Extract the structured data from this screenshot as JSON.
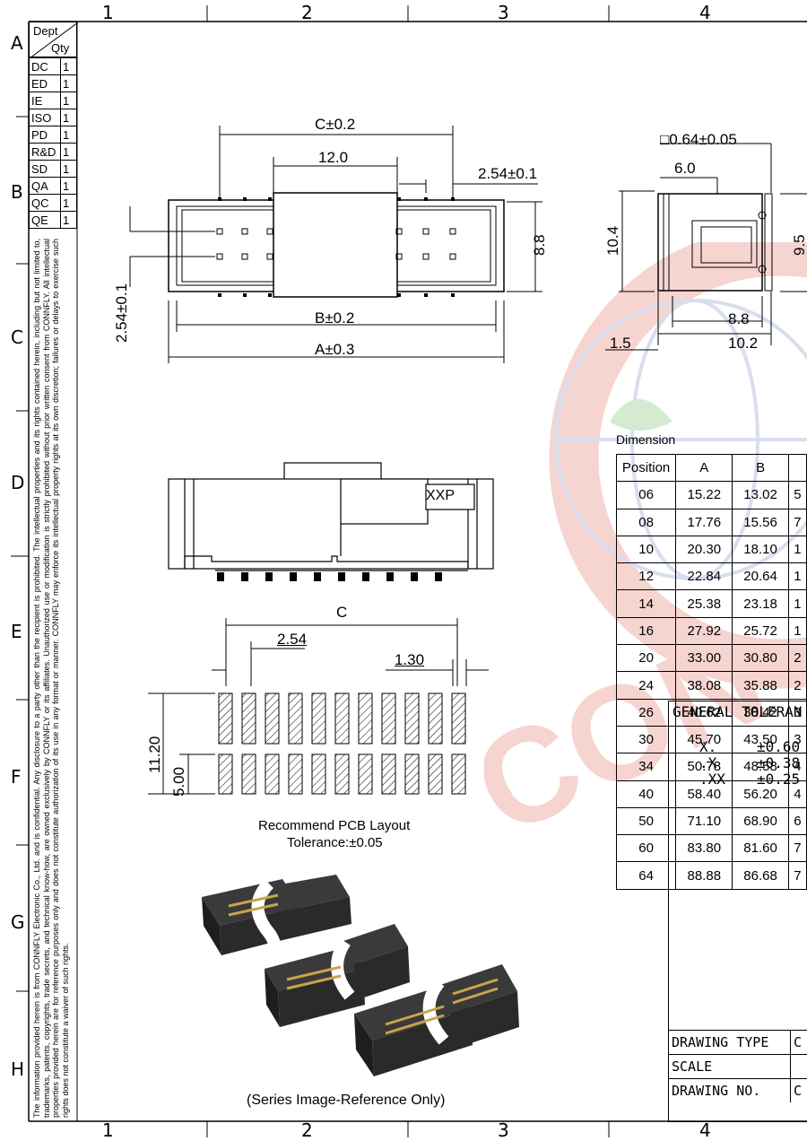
{
  "frame": {
    "col_labels": [
      "1",
      "2",
      "3",
      "4"
    ],
    "row_labels": [
      "A",
      "B",
      "C",
      "D",
      "E",
      "F",
      "G",
      "H"
    ]
  },
  "dept_table": {
    "header_top": "Dept",
    "header_bottom": "Qty",
    "rows": [
      {
        "dept": "DC",
        "qty": "1"
      },
      {
        "dept": "ED",
        "qty": "1"
      },
      {
        "dept": "IE",
        "qty": "1"
      },
      {
        "dept": "ISO",
        "qty": "1"
      },
      {
        "dept": "PD",
        "qty": "1"
      },
      {
        "dept": "R&D",
        "qty": "1"
      },
      {
        "dept": "SD",
        "qty": "1"
      },
      {
        "dept": "QA",
        "qty": "1"
      },
      {
        "dept": "QC",
        "qty": "1"
      },
      {
        "dept": "QE",
        "qty": "1"
      }
    ]
  },
  "confidential_note": "The information provided herein is from CONNFLY Electronic Co., Ltd. and is confidential. Any disclosure to a party other than the recipient is prohibited. The intellectual properties and its rights contained herein, including but not limited to, trademarks, patents, copyrights, trade secrets, and technical know-how, are owned exclusively by CONNFLY or its affiliates. Unauthorized use or modification is strictly prohibited without prior written consent from CONNFLY. All intellectual properties provided herein are for reference purposes only and does not constitute authorization of its use in any format or manner. CONNFLY may enforce its intellectual property rights at its own discretion; failures or delays to exercise such rights does not constitute a waiver of such rights.",
  "top_view": {
    "dim_c": "C±0.2",
    "dim_12": "12.0",
    "dim_pitch": "2.54±0.1",
    "dim_8_8": "8.8",
    "dim_pitch_v": "2.54±0.1",
    "dim_b": "B±0.2",
    "dim_a": "A±0.3"
  },
  "side_view": {
    "dim_square": "□0.64±0.05",
    "dim_6": "6.0",
    "dim_10_4": "10.4",
    "dim_9_5": "9.5",
    "dim_8_8": "8.8",
    "dim_1_5": "1.5",
    "dim_10_2": "10.2"
  },
  "front_view": {
    "label": "XXP"
  },
  "pcb_layout": {
    "dim_c": "C",
    "dim_2_54": "2.54",
    "dim_1_30": "1.30",
    "dim_11_20": "11.20",
    "dim_5_00": "5.00",
    "caption1": "Recommend PCB Layout",
    "caption2": "Tolerance:±0.05"
  },
  "dimension_table": {
    "title": "Dimension",
    "headers": [
      "Position",
      "A",
      "B",
      ""
    ],
    "rows": [
      [
        "06",
        "15.22",
        "13.02",
        "5"
      ],
      [
        "08",
        "17.76",
        "15.56",
        "7"
      ],
      [
        "10",
        "20.30",
        "18.10",
        "1"
      ],
      [
        "12",
        "22.84",
        "20.64",
        "1"
      ],
      [
        "14",
        "25.38",
        "23.18",
        "1"
      ],
      [
        "16",
        "27.92",
        "25.72",
        "1"
      ],
      [
        "20",
        "33.00",
        "30.80",
        "2"
      ],
      [
        "24",
        "38.08",
        "35.88",
        "2"
      ],
      [
        "26",
        "40.62",
        "38.42",
        "3"
      ],
      [
        "30",
        "45.70",
        "43.50",
        "3"
      ],
      [
        "34",
        "50.78",
        "48.58",
        "4"
      ],
      [
        "40",
        "58.40",
        "56.20",
        "4"
      ],
      [
        "50",
        "71.10",
        "68.90",
        "6"
      ],
      [
        "60",
        "83.80",
        "81.60",
        "7"
      ],
      [
        "64",
        "88.88",
        "86.68",
        "7"
      ]
    ]
  },
  "series_image_caption": "(Series Image-Reference Only)",
  "title_block": {
    "general_tolerance": "GENERAL TOLERAN",
    "tol_rows": [
      {
        "key": "X.",
        "val": "±0.60"
      },
      {
        "key": ".X",
        "val": "±0.38"
      },
      {
        "key": ".XX",
        "val": "±0.25"
      }
    ],
    "drawing_type": "DRAWING TYPE",
    "drawing_type_val": "C",
    "scale": "SCALE",
    "drawing_no": "DRAWING NO.",
    "drawing_no_val": "C"
  },
  "colors": {
    "watermark_red": "#f3c9c4",
    "watermark_green": "#cfe6c8",
    "watermark_blue": "#c9d3e6"
  }
}
